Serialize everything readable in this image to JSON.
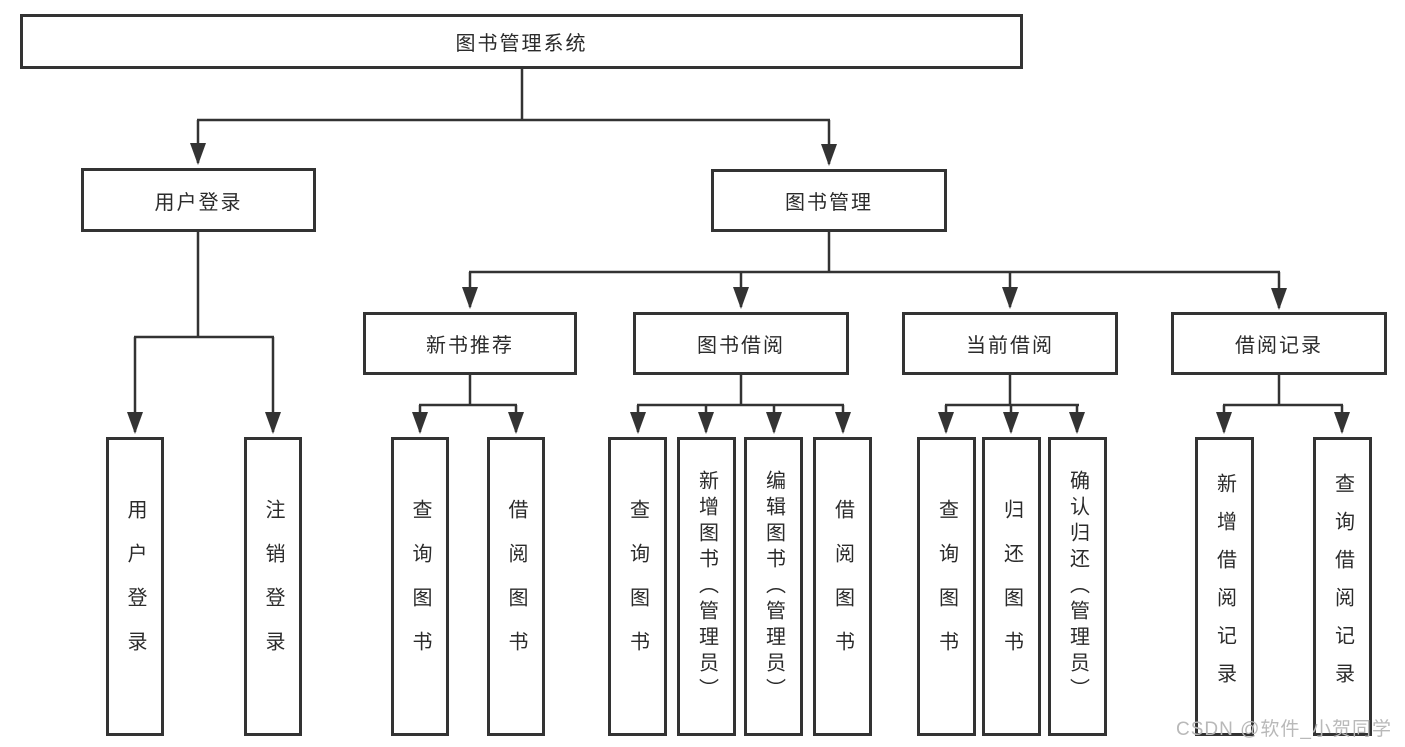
{
  "root": {
    "label": "图书管理系统"
  },
  "level2": {
    "user_login": {
      "label": "用户登录"
    },
    "book_mgmt": {
      "label": "图书管理"
    }
  },
  "level3": {
    "new_book": {
      "label": "新书推荐"
    },
    "book_borrow": {
      "label": "图书借阅"
    },
    "current_borrow": {
      "label": "当前借阅"
    },
    "borrow_record": {
      "label": "借阅记录"
    }
  },
  "leaves": {
    "user_login": [
      "用户登录",
      "注销登录"
    ],
    "new_book": [
      "查询图书",
      "借阅图书"
    ],
    "book_borrow": [
      "查询图书",
      "新增图书（管理员）",
      "编辑图书（管理员）",
      "借阅图书"
    ],
    "current_borrow": [
      "查询图书",
      "归还图书",
      "确认归还（管理员）"
    ],
    "borrow_record": [
      "新增借阅记录",
      "查询借阅记录"
    ]
  },
  "watermark": {
    "text": "CSDN @软件_小贺同学"
  },
  "colors": {
    "line": "#333333",
    "border": "#333333",
    "text": "#2b2b2b",
    "watermark": "#b9b9b9",
    "background": "#ffffff"
  }
}
